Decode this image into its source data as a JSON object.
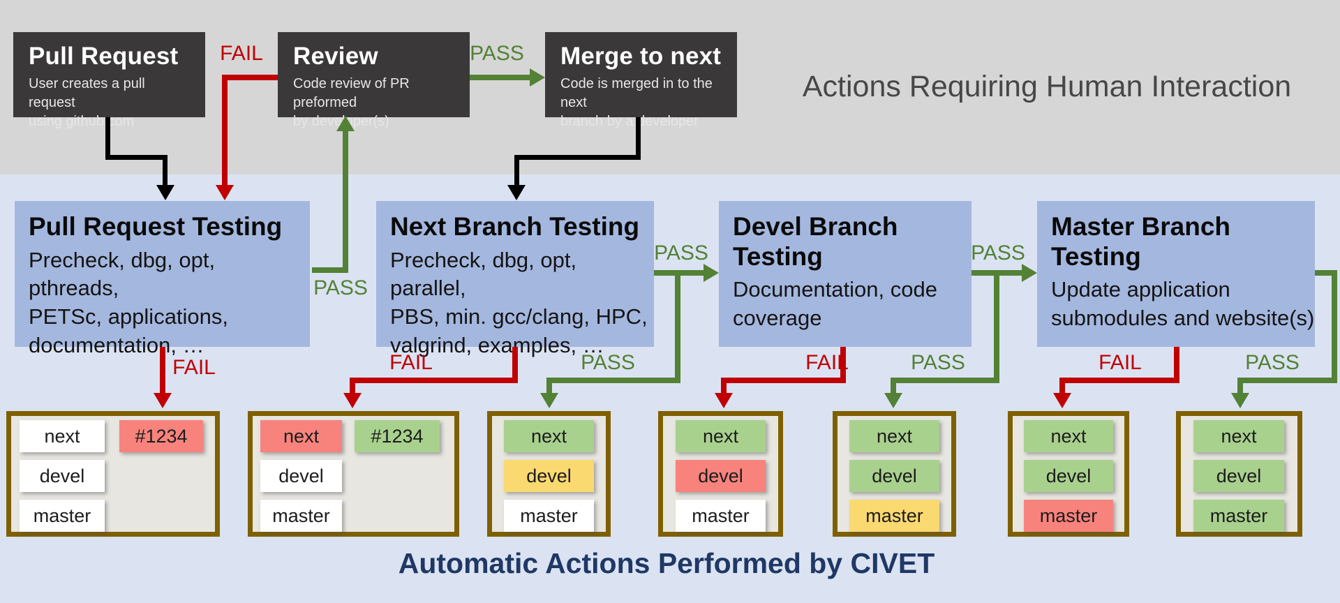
{
  "colors": {
    "band_gray": "#d6d6d6",
    "band_blue": "#dbe3f3",
    "step_box_dark": "#3a3838",
    "test_box_blue": "#a4b7de",
    "accent_red": "#c00000",
    "accent_green": "#538135",
    "arrow_black": "#000000",
    "status_border_olive": "#7f6000",
    "status_fill": "#e7e6e1",
    "chip_pass_green": "#a9d18e",
    "chip_fail_red": "#f8837d",
    "chip_warn_yellow": "#fbd971",
    "chip_neutral_white": "#ffffff",
    "title_navy": "#1f3864",
    "title_gray": "#474747"
  },
  "labels": {
    "fail": "FAIL",
    "pass": "PASS"
  },
  "human_band": {
    "title": "Actions Requiring Human Interaction",
    "steps": [
      {
        "title": "Pull Request",
        "description": "User creates a pull request\nusing github.com"
      },
      {
        "title": "Review",
        "description": "Code review of PR preformed\nby developer(s)"
      },
      {
        "title": "Merge to next",
        "description": "Code is merged in to the next\nbranch by a developer"
      }
    ]
  },
  "auto_band": {
    "title": "Automatic Actions Performed by CIVET",
    "tests": [
      {
        "title": "Pull Request Testing",
        "description": "Precheck, dbg, opt, pthreads,\nPETSc, applications,\ndocumentation, …"
      },
      {
        "title": "Next Branch Testing",
        "description": "Precheck, dbg, opt, parallel,\nPBS, min. gcc/clang, HPC,\nvalgrind, examples, …"
      },
      {
        "title": "Devel Branch Testing",
        "description": "Documentation, code\ncoverage"
      },
      {
        "title": "Master Branch Testing",
        "description": "Update application\nsubmodules and website(s)"
      }
    ],
    "status_boxes": [
      {
        "chips": [
          {
            "label": "next",
            "state": "neutral"
          },
          {
            "label": "#1234",
            "state": "fail"
          },
          {
            "label": "devel",
            "state": "neutral"
          },
          {
            "label": "master",
            "state": "neutral"
          }
        ]
      },
      {
        "chips": [
          {
            "label": "next",
            "state": "fail"
          },
          {
            "label": "#1234",
            "state": "pass"
          },
          {
            "label": "devel",
            "state": "neutral"
          },
          {
            "label": "master",
            "state": "neutral"
          }
        ]
      },
      {
        "chips": [
          {
            "label": "next",
            "state": "pass"
          },
          {
            "label": "devel",
            "state": "warn"
          },
          {
            "label": "master",
            "state": "neutral"
          }
        ]
      },
      {
        "chips": [
          {
            "label": "next",
            "state": "pass"
          },
          {
            "label": "devel",
            "state": "fail"
          },
          {
            "label": "master",
            "state": "neutral"
          }
        ]
      },
      {
        "chips": [
          {
            "label": "next",
            "state": "pass"
          },
          {
            "label": "devel",
            "state": "pass"
          },
          {
            "label": "master",
            "state": "warn"
          }
        ]
      },
      {
        "chips": [
          {
            "label": "next",
            "state": "pass"
          },
          {
            "label": "devel",
            "state": "pass"
          },
          {
            "label": "master",
            "state": "fail"
          }
        ]
      },
      {
        "chips": [
          {
            "label": "next",
            "state": "pass"
          },
          {
            "label": "devel",
            "state": "pass"
          },
          {
            "label": "master",
            "state": "pass"
          }
        ]
      }
    ]
  }
}
